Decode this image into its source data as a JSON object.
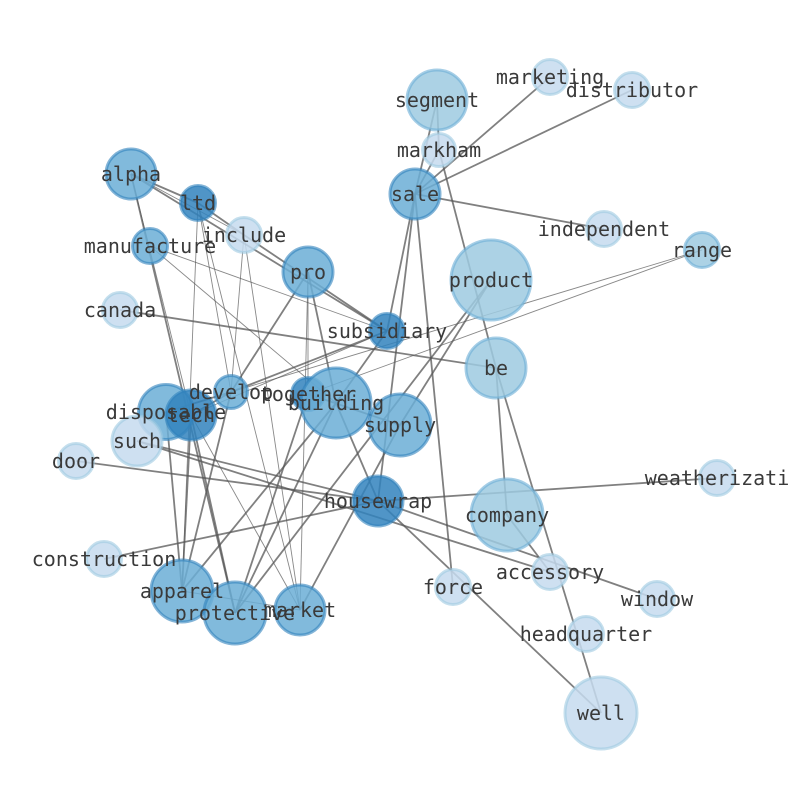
{
  "colors": {
    "edge": "#555555",
    "node_light": "#c6dbef",
    "node_mid": "#9ecae1",
    "node_blue": "#6baed6",
    "node_dark": "#3182bd"
  },
  "nodes": [
    {
      "id": "marketing",
      "label": "marketing",
      "size": 0.35,
      "shade": 0
    },
    {
      "id": "distributor",
      "label": "distributor",
      "size": 0.35,
      "shade": 0
    },
    {
      "id": "segment",
      "label": "segment",
      "size": 0.6,
      "shade": 1
    },
    {
      "id": "markham",
      "label": "markham",
      "size": 0.33,
      "shade": 0
    },
    {
      "id": "sale",
      "label": "sale",
      "size": 0.5,
      "shade": 2
    },
    {
      "id": "independent",
      "label": "independent",
      "size": 0.35,
      "shade": 0
    },
    {
      "id": "range",
      "label": "range",
      "size": 0.35,
      "shade": 1
    },
    {
      "id": "alpha",
      "label": "alpha",
      "size": 0.5,
      "shade": 2
    },
    {
      "id": "ltd",
      "label": "ltd",
      "size": 0.35,
      "shade": 3
    },
    {
      "id": "include",
      "label": "include",
      "size": 0.35,
      "shade": 0
    },
    {
      "id": "manufacture",
      "label": "manufacture",
      "size": 0.35,
      "shade": 2
    },
    {
      "id": "pro",
      "label": "pro",
      "size": 0.5,
      "shade": 2
    },
    {
      "id": "product",
      "label": "product",
      "size": 0.8,
      "shade": 1
    },
    {
      "id": "canada",
      "label": "canada",
      "size": 0.35,
      "shade": 0
    },
    {
      "id": "subsidiary",
      "label": "subsidiary",
      "size": 0.35,
      "shade": 3
    },
    {
      "id": "be",
      "label": "be",
      "size": 0.6,
      "shade": 1
    },
    {
      "id": "develop",
      "label": "develop",
      "size": 0.33,
      "shade": 2
    },
    {
      "id": "together",
      "label": "together",
      "size": 0.33,
      "shade": 3
    },
    {
      "id": "building",
      "label": "building",
      "size": 0.7,
      "shade": 2
    },
    {
      "id": "disposable",
      "label": "disposable",
      "size": 0.55,
      "shade": 2
    },
    {
      "id": "tech",
      "label": "tech",
      "size": 0.5,
      "shade": 3
    },
    {
      "id": "supply",
      "label": "supply",
      "size": 0.62,
      "shade": 2
    },
    {
      "id": "such",
      "label": "such",
      "size": 0.5,
      "shade": 0
    },
    {
      "id": "door",
      "label": "door",
      "size": 0.35,
      "shade": 0
    },
    {
      "id": "weatherization",
      "label": "weatherizati",
      "size": 0.35,
      "shade": 0
    },
    {
      "id": "housewrap",
      "label": "housewrap",
      "size": 0.5,
      "shade": 3
    },
    {
      "id": "company",
      "label": "company",
      "size": 0.72,
      "shade": 1
    },
    {
      "id": "construction",
      "label": "construction",
      "size": 0.35,
      "shade": 0
    },
    {
      "id": "accessory",
      "label": "accessory",
      "size": 0.35,
      "shade": 0
    },
    {
      "id": "apparel",
      "label": "apparel",
      "size": 0.62,
      "shade": 2
    },
    {
      "id": "protective",
      "label": "protective",
      "size": 0.62,
      "shade": 2
    },
    {
      "id": "market",
      "label": "market",
      "size": 0.5,
      "shade": 2
    },
    {
      "id": "force",
      "label": "force",
      "size": 0.35,
      "shade": 0
    },
    {
      "id": "window",
      "label": "window",
      "size": 0.35,
      "shade": 0
    },
    {
      "id": "headquarter",
      "label": "headquarter",
      "size": 0.35,
      "shade": 0
    },
    {
      "id": "well",
      "label": "well",
      "size": 0.72,
      "shade": 0
    }
  ],
  "edges": [
    [
      "segment",
      "markham",
      1
    ],
    [
      "marketing",
      "sale",
      1
    ],
    [
      "distributor",
      "sale",
      1
    ],
    [
      "segment",
      "sale",
      1
    ],
    [
      "markham",
      "sale",
      1
    ],
    [
      "sale",
      "independent",
      1
    ],
    [
      "sale",
      "force",
      1
    ],
    [
      "sale",
      "housewrap",
      1
    ],
    [
      "sale",
      "subsidiary",
      1
    ],
    [
      "markham",
      "be",
      1
    ],
    [
      "alpha",
      "ltd",
      1
    ],
    [
      "alpha",
      "subsidiary",
      1
    ],
    [
      "alpha",
      "protective",
      1
    ],
    [
      "alpha",
      "tech",
      0
    ],
    [
      "alpha",
      "include",
      0
    ],
    [
      "ltd",
      "include",
      1
    ],
    [
      "ltd",
      "market",
      0
    ],
    [
      "ltd",
      "apparel",
      0
    ],
    [
      "ltd",
      "develop",
      0
    ],
    [
      "include",
      "subsidiary",
      1
    ],
    [
      "include",
      "market",
      0
    ],
    [
      "include",
      "develop",
      0
    ],
    [
      "manufacture",
      "subsidiary",
      0
    ],
    [
      "manufacture",
      "building",
      0
    ],
    [
      "pro",
      "building",
      1
    ],
    [
      "pro",
      "develop",
      1
    ],
    [
      "pro",
      "market",
      0
    ],
    [
      "pro",
      "together",
      0
    ],
    [
      "canada",
      "be",
      1
    ],
    [
      "range",
      "develop",
      0
    ],
    [
      "range",
      "together",
      0
    ],
    [
      "product",
      "supply",
      1
    ],
    [
      "product",
      "protective",
      1
    ],
    [
      "subsidiary",
      "develop",
      1
    ],
    [
      "subsidiary",
      "tech",
      0
    ],
    [
      "subsidiary",
      "building",
      1
    ],
    [
      "be",
      "company",
      1
    ],
    [
      "be",
      "well",
      1
    ],
    [
      "develop",
      "tech",
      1
    ],
    [
      "develop",
      "apparel",
      1
    ],
    [
      "together",
      "protective",
      1
    ],
    [
      "building",
      "apparel",
      1
    ],
    [
      "tech",
      "apparel",
      1
    ],
    [
      "tech",
      "protective",
      1
    ],
    [
      "building",
      "protective",
      1
    ],
    [
      "supply",
      "market",
      1
    ],
    [
      "supply",
      "together",
      1
    ],
    [
      "such",
      "housewrap",
      1
    ],
    [
      "such",
      "accessory",
      1
    ],
    [
      "door",
      "housewrap",
      1
    ],
    [
      "housewrap",
      "weatherization",
      1
    ],
    [
      "housewrap",
      "construction",
      1
    ],
    [
      "housewrap",
      "window",
      1
    ],
    [
      "housewrap",
      "well",
      1
    ],
    [
      "housewrap",
      "building",
      1
    ],
    [
      "apparel",
      "market",
      0
    ],
    [
      "tech",
      "market",
      0
    ],
    [
      "company",
      "accessory",
      1
    ],
    [
      "disposable",
      "develop",
      1
    ],
    [
      "disposable",
      "apparel",
      1
    ]
  ]
}
